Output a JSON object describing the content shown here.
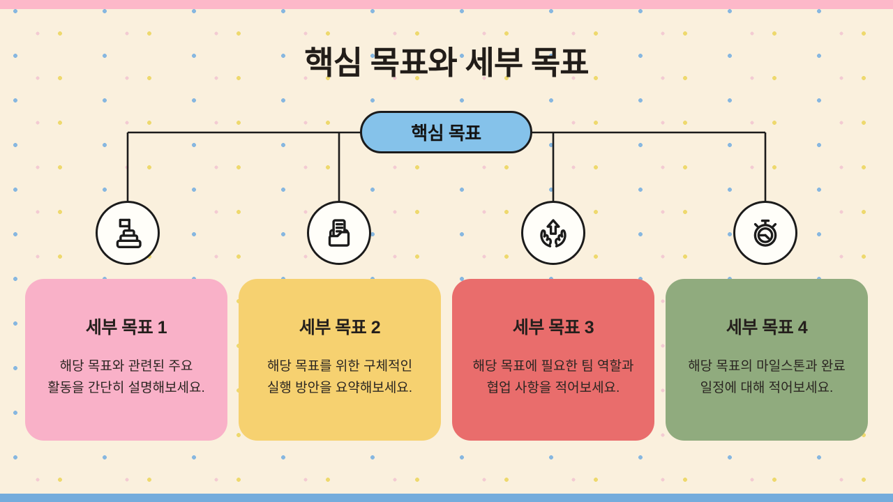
{
  "slide": {
    "title": "핵심 목표와 세부 목표",
    "colors": {
      "background": "#FAF0DD",
      "top_bar": "#FDB8C9",
      "bottom_bar": "#74ACDC",
      "node_fill": "#FFFEF9"
    },
    "root": {
      "label": "핵심 목표",
      "fill": "#85C2EA"
    },
    "branches": [
      {
        "icon": "milestone-flag-icon",
        "title": "세부 목표 1",
        "line1": "해당 목표와 관련된 주요",
        "line2": "활동을 간단히 설명해보세요.",
        "fill": "#F9B1C8"
      },
      {
        "icon": "document-tray-icon",
        "title": "세부 목표 2",
        "line1": "해당 목표를 위한 구체적인",
        "line2": "실행 방안을 요약해보세요.",
        "fill": "#F6D170"
      },
      {
        "icon": "hands-up-arrow-icon",
        "title": "세부 목표 3",
        "line1": "해당 목표에 필요한 팀 역할과",
        "line2": "협업 사항을 적어보세요.",
        "fill": "#E96D6C"
      },
      {
        "icon": "stopwatch-icon",
        "title": "세부 목표 4",
        "line1": "해당 목표의 마일스톤과 완료",
        "line2": "일정에 대해 적어보세요.",
        "fill": "#90AB7E"
      }
    ]
  }
}
